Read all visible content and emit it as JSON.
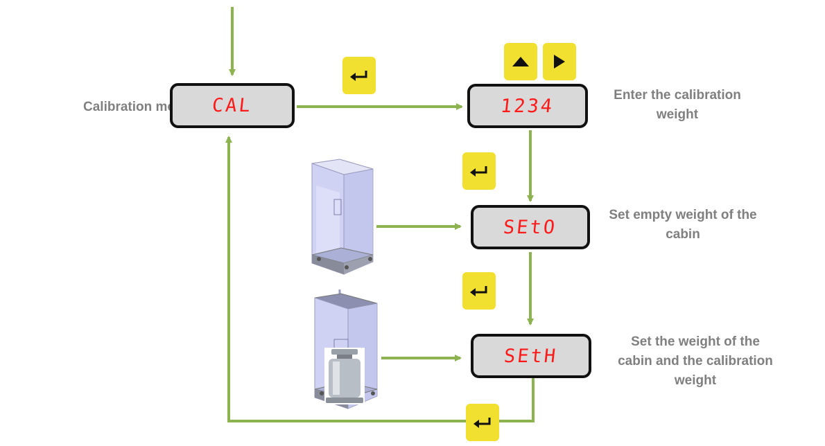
{
  "steps": {
    "cal": {
      "display": "CAL",
      "label": "Calibration mode"
    },
    "w": {
      "display": "1234",
      "label_lines": [
        "Enter the calibration",
        "weight"
      ]
    },
    "set0": {
      "display": "SEtO",
      "label_lines": [
        "Set empty weight of the",
        "cabin"
      ]
    },
    "seth": {
      "display": "SEtH",
      "label_lines": [
        "Set the weight of the",
        "cabin and the calibration",
        "weight"
      ]
    }
  },
  "keys": {
    "enter_icon": "enter-arrow-icon",
    "up_icon": "triangle-up-icon",
    "right_icon": "triangle-right-icon"
  },
  "colors": {
    "arrow": "#8cb350",
    "display_bg": "#d9d9d9",
    "display_text": "#ff1a1a",
    "key": "#f2e030",
    "label": "#7f7f7f"
  }
}
